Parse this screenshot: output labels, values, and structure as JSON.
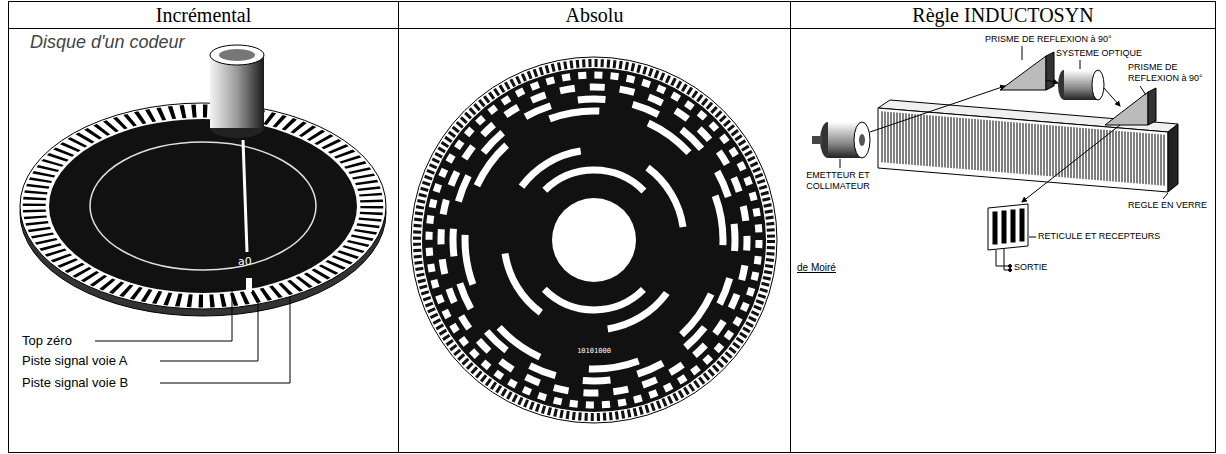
{
  "diagram": {
    "labels": [
      "Incrémental",
      "Absolu",
      "Règle INDUCTOSYN",
      "Disque d'un codeur",
      "a0",
      "Top zéro",
      "Piste signal voie A",
      "Piste signal voie B",
      "10101000",
      "PRISME DE REFLEXION à 90°",
      "SYSTEME OPTIQUE",
      "PRISME DE REFLEXION à 90°",
      "EMETTEUR ET COLLIMATEUR",
      "REGLE EN VERRE",
      "RETICULE ET RECEPTEURS",
      "SORTIE",
      "de Moiré"
    ]
  }
}
